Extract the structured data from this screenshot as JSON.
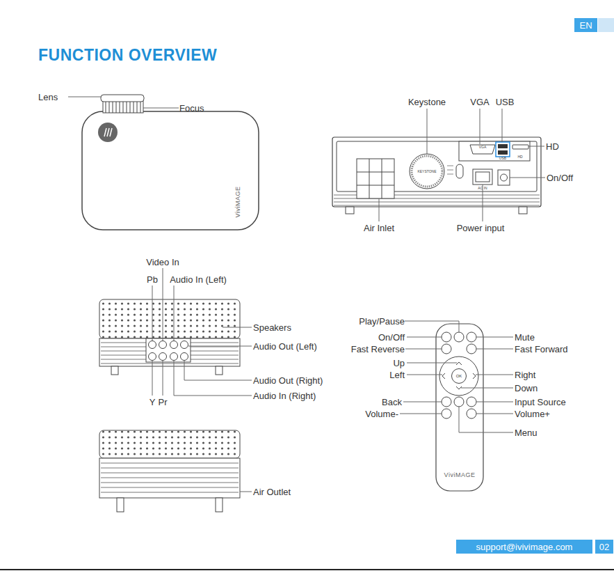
{
  "diagram": {
    "title": "FUNCTION OVERVIEW",
    "nodes": [
      {
        "text": [
          "EN"
        ]
      },
      {
        "text": [
          "support@ivivimage.com"
        ]
      },
      {
        "text": [
          "02"
        ]
      },
      {
        "text": [
          "OK"
        ]
      }
    ],
    "labels": [
      "Lens",
      "Focus",
      "ViviMAGE",
      "Keystone",
      "VGA",
      "USB",
      "HD",
      "On/Off",
      "Air Inlet",
      "Power input",
      "VGA",
      "USB",
      "HD",
      "KEYSTONE",
      "AC IN",
      "Video In",
      "Pb",
      "Audio In (Left)",
      "Speakers",
      "Audio Out (Left)",
      "Audio Out (Right)",
      "Audio In (Right)",
      "Y",
      "Pr",
      "Air Outlet",
      "Play/Pause",
      "On/Off",
      "Fast Reverse",
      "Up",
      "Left",
      "Back",
      "Volume-",
      "Mute",
      "Fast Forward",
      "Right",
      "Down",
      "Input Source",
      "Volume+",
      "Menu",
      "ViviMAGE"
    ]
  }
}
